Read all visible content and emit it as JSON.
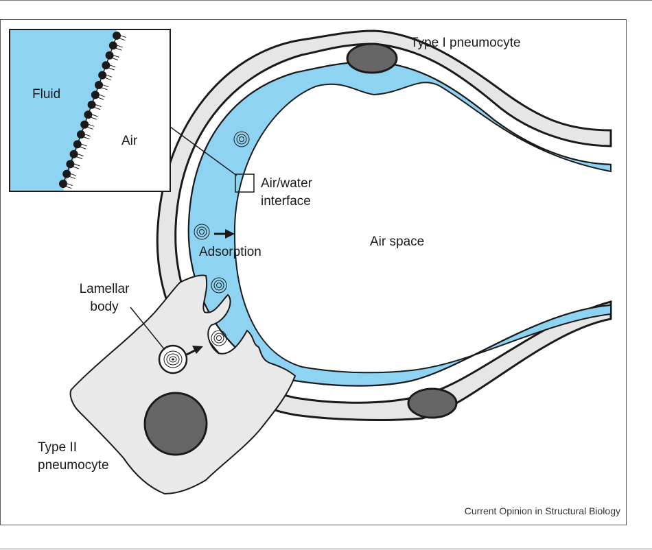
{
  "labels": {
    "fluid": "Fluid",
    "air": "Air",
    "type1": "Type I pneumocyte",
    "interface_line1": "Air/water",
    "interface_line2": "interface",
    "adsorption": "Adsorption",
    "air_space": "Air space",
    "lamellar_line1": "Lamellar",
    "lamellar_line2": "body",
    "type2_line1": "Type II",
    "type2_line2": "pneumocyte"
  },
  "credit": "Current Opinion in Structural Biology",
  "colors": {
    "fluid": "#8fd3f2",
    "wall": "#e6e6e6",
    "nucleus": "#666666",
    "cell": "#e9e9e9",
    "outline": "#1a1a1a"
  }
}
